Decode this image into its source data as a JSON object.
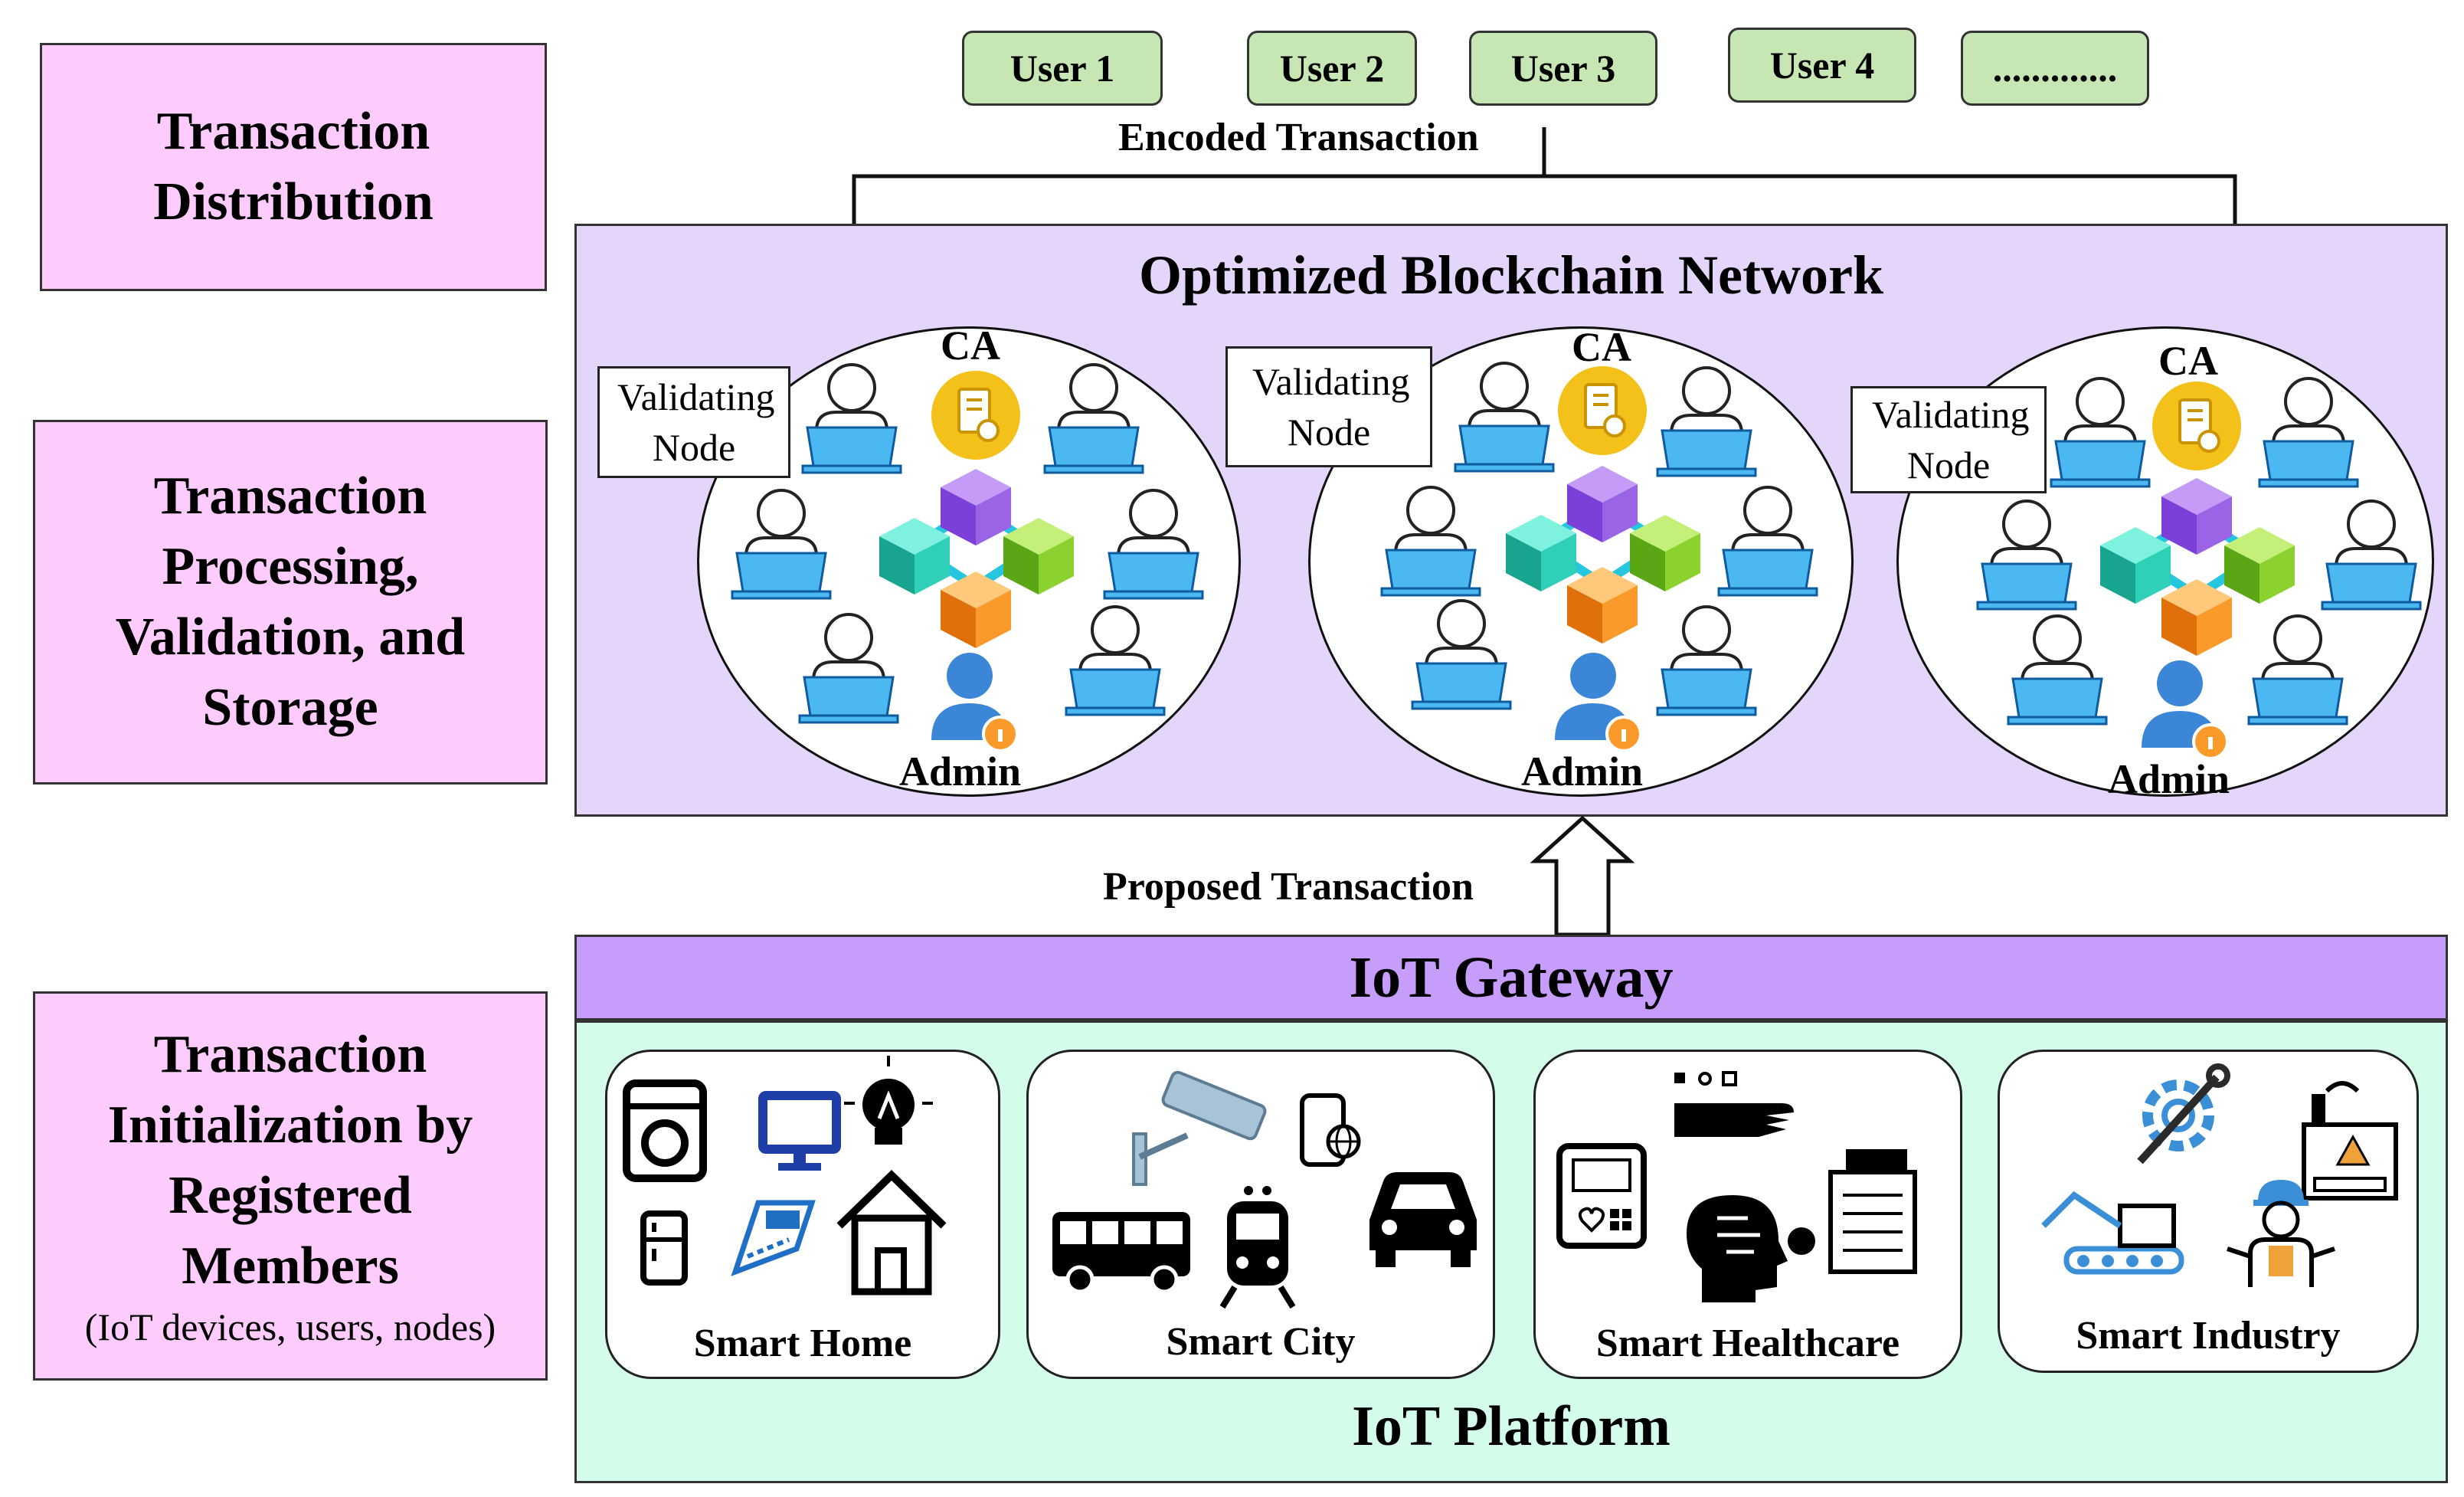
{
  "stages": [
    {
      "id": "distribution",
      "title": "Transaction Distribution"
    },
    {
      "id": "processing",
      "title": "Transaction Processing, Validation, and Storage"
    },
    {
      "id": "initialization",
      "title": "Transaction Initialization by Registered Members",
      "subtitle": "(IoT devices, users, nodes)"
    }
  ],
  "users": [
    "User 1",
    "User 2",
    "User 3",
    "User 4",
    "............."
  ],
  "encoded_transaction_label": "Encoded Transaction",
  "network": {
    "title": "Optimized Blockchain Network",
    "clusters": [
      {
        "ca_label": "CA",
        "admin_label": "Admin",
        "validating_node_label": "Validating Node"
      },
      {
        "ca_label": "CA",
        "admin_label": "Admin",
        "validating_node_label": "Validating Node"
      },
      {
        "ca_label": "CA",
        "admin_label": "Admin",
        "validating_node_label": "Validating Node"
      }
    ]
  },
  "proposed_transaction_label": "Proposed Transaction",
  "gateway_label": "IoT Gateway",
  "platform_label": "IoT Platform",
  "domains": [
    {
      "label": "Smart Home",
      "icons": [
        "washing-machine-icon",
        "monitor-icon",
        "light-bulb-icon",
        "refrigerator-icon",
        "phone-icon",
        "house-icon"
      ]
    },
    {
      "label": "Smart City",
      "icons": [
        "cctv-camera-icon",
        "smartphone-icon",
        "bus-icon",
        "train-icon",
        "car-icon"
      ]
    },
    {
      "label": "Smart Healthcare",
      "icons": [
        "tablet-health-icon",
        "robot-hand-icon",
        "ai-head-icon",
        "hospital-building-icon"
      ]
    },
    {
      "label": "Smart Industry",
      "icons": [
        "gear-wrench-icon",
        "factory-icon",
        "excavator-icon",
        "worker-icon"
      ]
    }
  ],
  "colors": {
    "stage_fill": "#fecbfd",
    "user_fill": "#c6e7b4",
    "network_fill": "#e4d5fb",
    "gateway_fill": "#c79dfb",
    "platform_fill": "#d3fcea",
    "laptop_blue": "#4cb8f2",
    "ca_gold": "#f3c11a",
    "cube_purple": "#9b63e6",
    "cube_teal": "#2fcfb8",
    "cube_green": "#8bd22f",
    "cube_orange": "#f99a2a",
    "admin_blue": "#3b86d6"
  }
}
